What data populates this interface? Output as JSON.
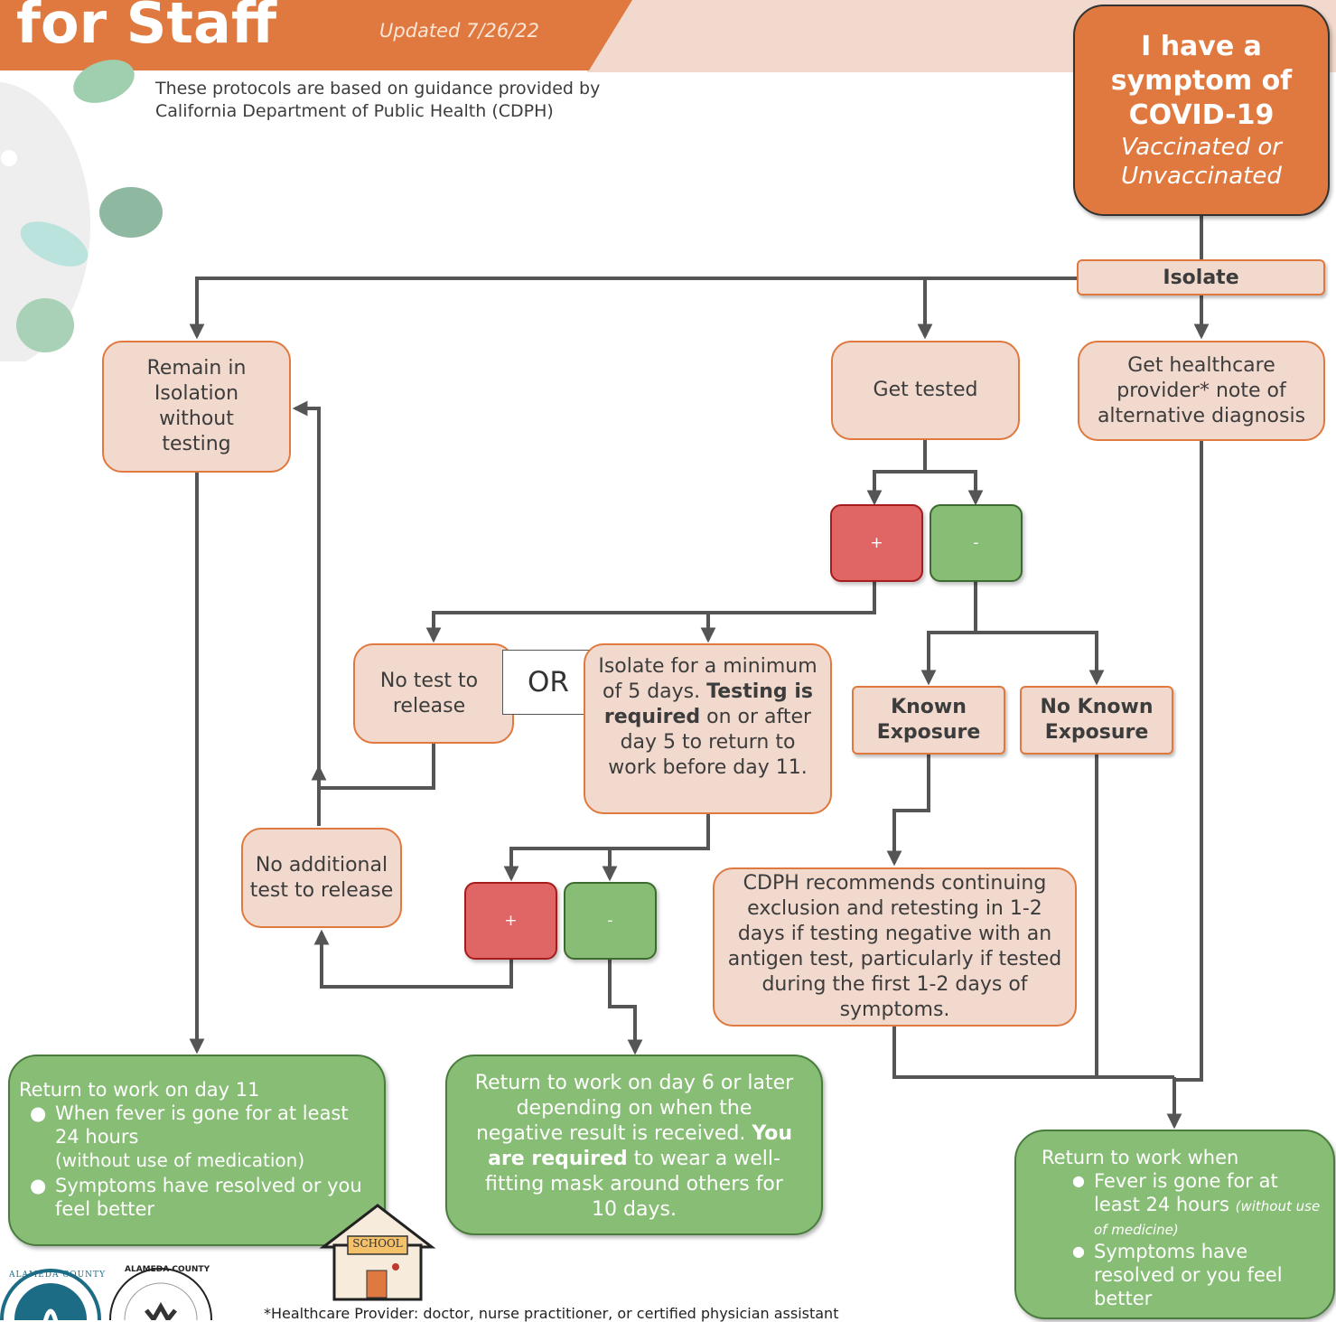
{
  "header": {
    "title": "for Staff",
    "updated": "Updated 7/26/22",
    "guidance": "These protocols are based on guidance provided by California Department of Public Health (CDPH)"
  },
  "start": {
    "line1": "I have a symptom of COVID-19",
    "line2": "Vaccinated or Unvaccinated"
  },
  "isolate": "Isolate",
  "remain_isolation": "Remain in Isolation without testing",
  "get_tested": "Get tested",
  "provider_note": "Get healthcare provider* note of alternative diagnosis",
  "result_pos": "+",
  "result_neg": "-",
  "no_test_release": "No test to release",
  "or_label": "OR",
  "isolate_min": {
    "part1": "Isolate for a minimum of 5 days.",
    "bold": "Testing is required",
    "part2": "on or after day 5 to return to work before day 11."
  },
  "known_exposure": "Known Exposure",
  "no_known_exposure": "No Known Exposure",
  "no_additional": "No additional test to release",
  "cdph_recommend": "CDPH recommends continuing exclusion and retesting in 1-2 days if testing negative with an antigen test, particularly if tested during the first 1-2 days of symptoms.",
  "return_day11": {
    "heading": "Return to work on day 11",
    "item1": "When fever is gone for at least 24 hours",
    "item1_note": "(without use of medication)",
    "item2": "Symptoms have resolved or you feel better"
  },
  "return_day6": {
    "part1": "Return to work on day 6 or later depending on when the negative result is received.",
    "bold": "You are required",
    "part2": "to wear a well-fitting mask around others for 10 days."
  },
  "return_when": {
    "heading": "Return to work when",
    "item1": "Fever is gone for at least 24 hours",
    "item1_note": "(without use of medicine)",
    "item2": "Symptoms have resolved or you feel better"
  },
  "school_sign": "SCHOOL",
  "footnote": "*Healthcare Provider: doctor, nurse practitioner, or certified physician assistant",
  "logo1_text": "ALAMEDA COUNTY",
  "logo2_text": "ALAMEDA COUNTY",
  "colors": {
    "orange": "#e0793f",
    "peach": "#f2d9cd",
    "green": "#88bd75",
    "red": "#e06666",
    "arrow": "#555555"
  }
}
